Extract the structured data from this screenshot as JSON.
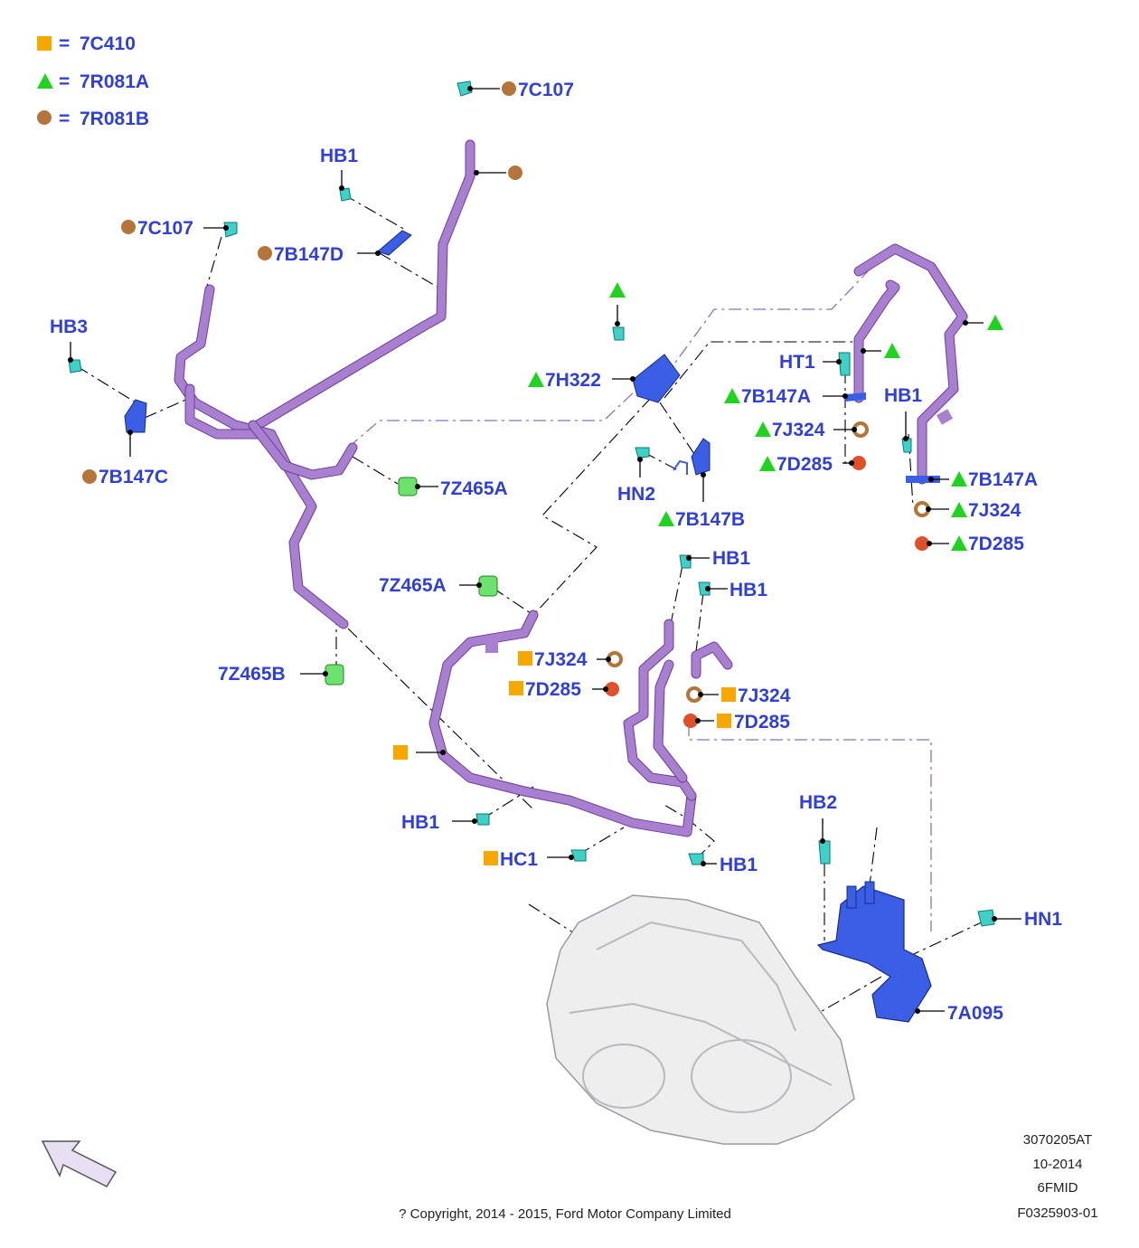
{
  "colors": {
    "label": "#2f3fd8",
    "square": "#f7a800",
    "triangle": "#1fd31f",
    "circle": "#b5743a",
    "tube": "#a97fd0",
    "bracket": "#3a5fe6",
    "clip": "#3fd0c8",
    "grommet": "#6ee26e",
    "seal": "#e0502a"
  },
  "legend": [
    {
      "shape": "square",
      "eq": "=",
      "code": "7C410"
    },
    {
      "shape": "triangle",
      "eq": "=",
      "code": "7R081A"
    },
    {
      "shape": "circle",
      "eq": "=",
      "code": "7R081B"
    }
  ],
  "callouts": [
    {
      "id": "c1",
      "shape": "circle",
      "text": "7C107"
    },
    {
      "id": "c2",
      "shape": "circle",
      "text": ""
    },
    {
      "id": "c3",
      "shape": "none",
      "text": "HB1"
    },
    {
      "id": "c4",
      "shape": "circle",
      "text": "7C107"
    },
    {
      "id": "c5",
      "shape": "circle",
      "text": "7B147D"
    },
    {
      "id": "c6",
      "shape": "none",
      "text": "HB3"
    },
    {
      "id": "c7",
      "shape": "circle",
      "text": "7B147C"
    },
    {
      "id": "c8",
      "shape": "none",
      "text": "7Z465A"
    },
    {
      "id": "c9",
      "shape": "triangle",
      "text": ""
    },
    {
      "id": "c10",
      "shape": "triangle",
      "text": "7H322"
    },
    {
      "id": "c11",
      "shape": "none",
      "text": "HN2"
    },
    {
      "id": "c12",
      "shape": "triangle",
      "text": "7B147B"
    },
    {
      "id": "c13",
      "shape": "none",
      "text": "HT1"
    },
    {
      "id": "c14",
      "shape": "triangle",
      "text": ""
    },
    {
      "id": "c15",
      "shape": "triangle",
      "text": "7B147A"
    },
    {
      "id": "c16",
      "shape": "triangle",
      "text": "7J324"
    },
    {
      "id": "c17",
      "shape": "triangle",
      "text": "7D285"
    },
    {
      "id": "c18",
      "shape": "triangle",
      "text": ""
    },
    {
      "id": "c19",
      "shape": "none",
      "text": "HB1"
    },
    {
      "id": "c20",
      "shape": "triangle",
      "text": "7B147A"
    },
    {
      "id": "c21",
      "shape": "triangle",
      "text": "7J324"
    },
    {
      "id": "c22",
      "shape": "triangle",
      "text": "7D285"
    },
    {
      "id": "c23",
      "shape": "none",
      "text": "HB1"
    },
    {
      "id": "c24",
      "shape": "none",
      "text": "HB1"
    },
    {
      "id": "c25",
      "shape": "none",
      "text": "7Z465A"
    },
    {
      "id": "c26",
      "shape": "square",
      "text": "7J324"
    },
    {
      "id": "c27",
      "shape": "square",
      "text": "7D285"
    },
    {
      "id": "c28",
      "shape": "square",
      "text": "7J324"
    },
    {
      "id": "c29",
      "shape": "square",
      "text": "7D285"
    },
    {
      "id": "c30",
      "shape": "none",
      "text": "7Z465B"
    },
    {
      "id": "c31",
      "shape": "square",
      "text": ""
    },
    {
      "id": "c32",
      "shape": "none",
      "text": "HB1"
    },
    {
      "id": "c33",
      "shape": "square",
      "text": "HC1"
    },
    {
      "id": "c34",
      "shape": "none",
      "text": "HB1"
    },
    {
      "id": "c35",
      "shape": "none",
      "text": "HB2"
    },
    {
      "id": "c36",
      "shape": "none",
      "text": "HN1"
    },
    {
      "id": "c37",
      "shape": "none",
      "text": "7A095"
    }
  ],
  "footer": {
    "code1": "3070205AT",
    "date": "10-2014",
    "model": "6FMID",
    "code2": "F0325903-01",
    "copyright": "? Copyright, 2014 - 2015, Ford Motor Company Limited"
  }
}
